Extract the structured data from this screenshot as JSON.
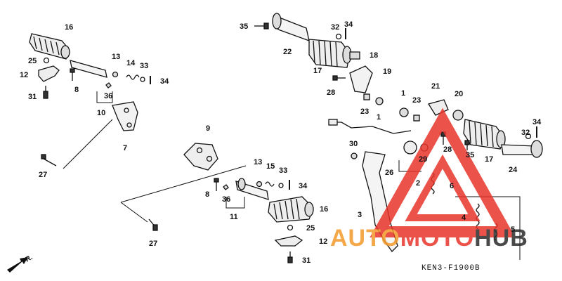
{
  "diagram": {
    "code": "KEN3-F1900B",
    "direction_label": "FR.",
    "callouts": [
      "1",
      "2",
      "3",
      "4",
      "5",
      "6",
      "7",
      "8",
      "9",
      "10",
      "11",
      "12",
      "13",
      "14",
      "15",
      "16",
      "17",
      "18",
      "19",
      "20",
      "21",
      "22",
      "23",
      "24",
      "25",
      "26",
      "27",
      "28",
      "29",
      "30",
      "31",
      "32",
      "33",
      "34",
      "35",
      "36"
    ],
    "parts": {
      "left_upper": [
        "16",
        "25",
        "12",
        "31",
        "8",
        "13",
        "14",
        "33",
        "34",
        "36",
        "10",
        "7",
        "27"
      ],
      "center": [
        "9",
        "13",
        "15",
        "33",
        "34",
        "8",
        "36",
        "11",
        "16",
        "25",
        "12",
        "31",
        "27"
      ],
      "top_center": [
        "35",
        "22",
        "32",
        "34",
        "18",
        "17",
        "19",
        "28",
        "23",
        "1"
      ],
      "right": [
        "1",
        "23",
        "21",
        "20",
        "28",
        "35",
        "32",
        "34",
        "30",
        "26",
        "29",
        "2",
        "6",
        "3",
        "4",
        "5",
        "17",
        "24"
      ]
    }
  },
  "watermark": {
    "part1": "AUTO",
    "part2": "MOTO",
    "part3": "HUB",
    "color_orange": "#f39a2a",
    "color_red": "#e8342a",
    "color_dark": "#2b2b2b"
  }
}
